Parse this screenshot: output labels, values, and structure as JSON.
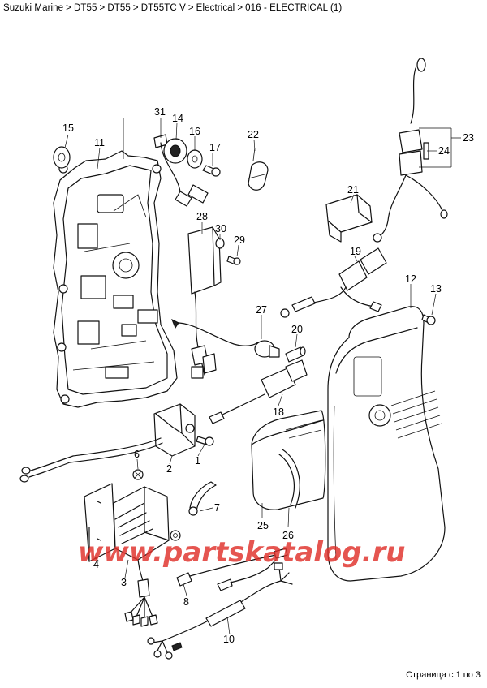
{
  "breadcrumb": {
    "items": [
      "Suzuki Marine",
      "DT55",
      "DT55",
      "DT55TC V",
      "Electrical",
      "016 - ELECTRICAL (1)"
    ],
    "separator": ">"
  },
  "callouts": [
    "1",
    "2",
    "3",
    "4",
    "6",
    "8",
    "10",
    "11",
    "12",
    "13",
    "14",
    "15",
    "16",
    "17",
    "18",
    "19",
    "20",
    "21",
    "22",
    "23",
    "24",
    "25",
    "26",
    "27",
    "28",
    "29",
    "30",
    "31"
  ],
  "watermark": "www.partskatalog.ru",
  "pagination": {
    "text": "Страница с 1 по 3"
  },
  "colors": {
    "watermark": "#e0302a",
    "line": "#111111",
    "background": "#ffffff"
  }
}
